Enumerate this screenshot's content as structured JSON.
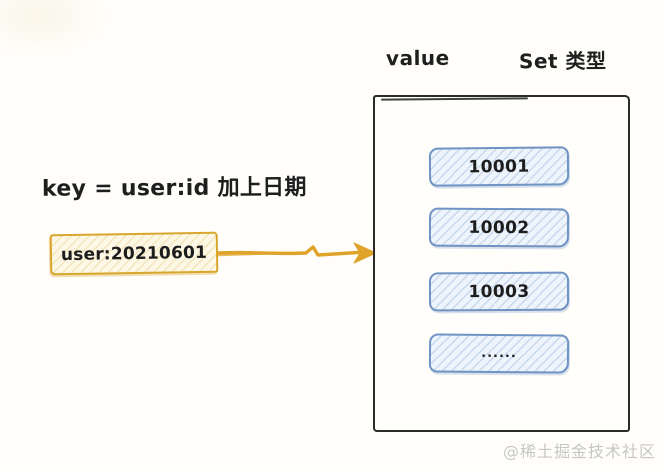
{
  "diagram": {
    "key_annotation": "key = user:id 加上日期",
    "key_box_text": "user:20210601",
    "value_label": "value",
    "type_label": "Set 类型",
    "set_members": [
      "10001",
      "10002",
      "10003",
      "......"
    ],
    "watermark": "@稀土掘金技术社区",
    "colors": {
      "key_border": "#d8a62d",
      "key_fill": "#fdf8e6",
      "arrow": "#dfa32a",
      "member_border": "#6f93c3",
      "member_fill": "#eef4fb",
      "container_border": "#2a2a2a",
      "text": "#1d1d1d",
      "watermark": "#c7c7c2"
    }
  }
}
